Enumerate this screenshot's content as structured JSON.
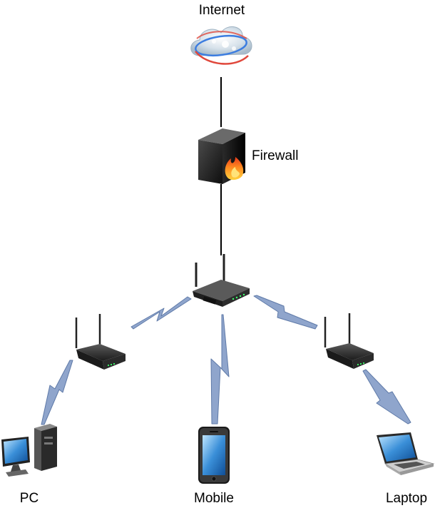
{
  "nodes": {
    "internet": {
      "label": "Internet",
      "icon": "cloud-icon"
    },
    "firewall": {
      "label": "Firewall",
      "icon": "firewall-icon"
    },
    "main_router": {
      "icon": "wireless-router-icon"
    },
    "router_left": {
      "icon": "wireless-access-point-icon"
    },
    "router_right": {
      "icon": "wireless-access-point-icon"
    },
    "pc": {
      "label": "PC",
      "icon": "desktop-computer-icon"
    },
    "mobile": {
      "label": "Mobile",
      "icon": "smartphone-icon"
    },
    "laptop": {
      "label": "Laptop",
      "icon": "laptop-icon"
    }
  },
  "links": [
    {
      "from": "internet",
      "to": "firewall",
      "type": "wired"
    },
    {
      "from": "firewall",
      "to": "main_router",
      "type": "wired"
    },
    {
      "from": "main_router",
      "to": "router_left",
      "type": "wireless"
    },
    {
      "from": "main_router",
      "to": "mobile",
      "type": "wireless"
    },
    {
      "from": "main_router",
      "to": "router_right",
      "type": "wireless"
    },
    {
      "from": "router_left",
      "to": "pc",
      "type": "wireless"
    },
    {
      "from": "router_right",
      "to": "laptop",
      "type": "wireless"
    }
  ],
  "colors": {
    "wired_line": "#000000",
    "wireless_fill": "#8fa5cc",
    "wireless_stroke": "#5f7aa8",
    "router_body": "#3b3b3b",
    "led_green": "#3dff6a"
  }
}
